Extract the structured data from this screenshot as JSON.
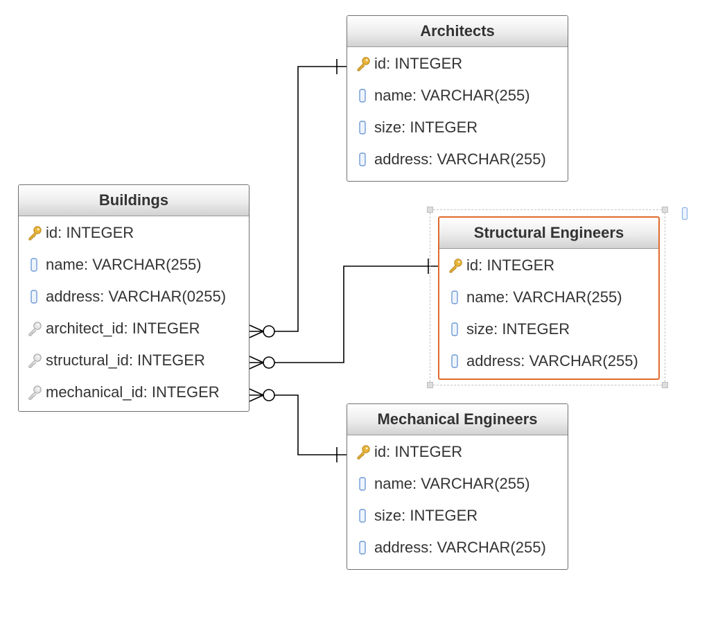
{
  "entities": {
    "architects": {
      "title": "Architects",
      "fields": [
        {
          "label": "id: INTEGER",
          "icon": "primary-key-icon"
        },
        {
          "label": "name: VARCHAR(255)",
          "icon": "column-icon"
        },
        {
          "label": "size: INTEGER",
          "icon": "column-icon"
        },
        {
          "label": "address: VARCHAR(255)",
          "icon": "column-icon"
        }
      ]
    },
    "buildings": {
      "title": "Buildings",
      "fields": [
        {
          "label": "id: INTEGER",
          "icon": "primary-key-icon"
        },
        {
          "label": "name: VARCHAR(255)",
          "icon": "column-icon"
        },
        {
          "label": "address: VARCHAR(0255)",
          "icon": "column-icon"
        },
        {
          "label": "architect_id: INTEGER",
          "icon": "foreign-key-icon"
        },
        {
          "label": "structural_id: INTEGER",
          "icon": "foreign-key-icon"
        },
        {
          "label": "mechanical_id: INTEGER",
          "icon": "foreign-key-icon"
        }
      ]
    },
    "structural": {
      "title": "Structural Engineers",
      "fields": [
        {
          "label": "id: INTEGER",
          "icon": "primary-key-icon"
        },
        {
          "label": "name: VARCHAR(255)",
          "icon": "column-icon"
        },
        {
          "label": "size: INTEGER",
          "icon": "column-icon"
        },
        {
          "label": "address: VARCHAR(255)",
          "icon": "column-icon"
        }
      ]
    },
    "mechanical": {
      "title": "Mechanical Engineers",
      "fields": [
        {
          "label": "id: INTEGER",
          "icon": "primary-key-icon"
        },
        {
          "label": "name: VARCHAR(255)",
          "icon": "column-icon"
        },
        {
          "label": "size: INTEGER",
          "icon": "column-icon"
        },
        {
          "label": "address: VARCHAR(255)",
          "icon": "column-icon"
        }
      ]
    }
  },
  "relationships": [
    {
      "from": "Buildings.architect_id",
      "to": "Architects.id",
      "from_end": "zero-or-many",
      "to_end": "one"
    },
    {
      "from": "Buildings.structural_id",
      "to": "Structural Engineers.id",
      "from_end": "zero-or-many",
      "to_end": "one"
    },
    {
      "from": "Buildings.mechanical_id",
      "to": "Mechanical Engineers.id",
      "from_end": "zero-or-many",
      "to_end": "one"
    }
  ],
  "colors": {
    "selected_border": "#e06a2c",
    "primary_key": "#e8b43a",
    "foreign_key": "#a9a9a9",
    "column": "#6f9ad6",
    "connector": "#000000"
  },
  "selection": {
    "entity": "Structural Engineers"
  }
}
